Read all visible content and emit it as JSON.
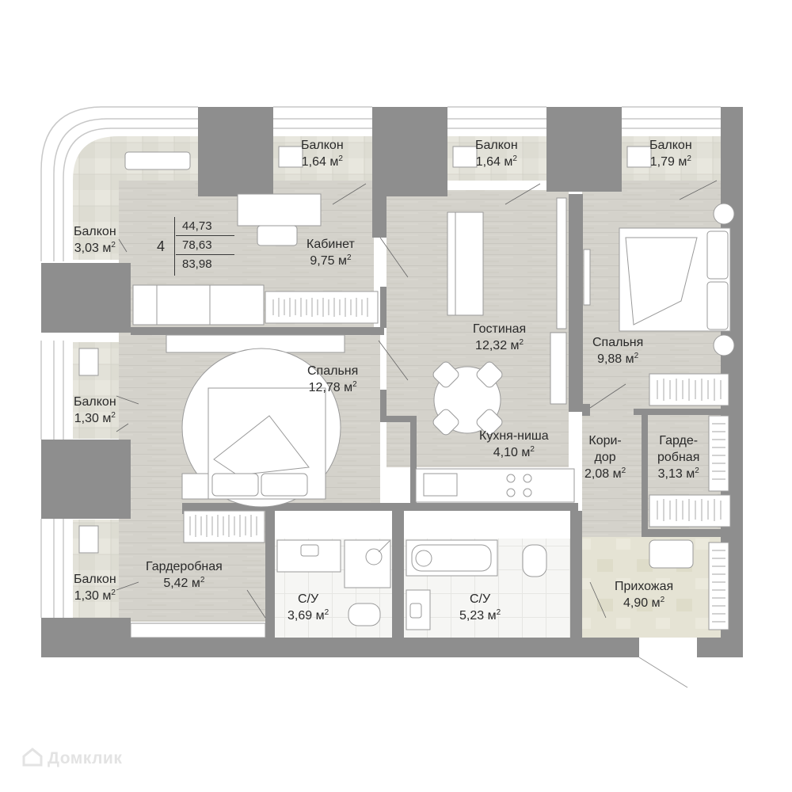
{
  "summary": {
    "rooms": "4",
    "living_area": "44,73",
    "total_area": "78,63",
    "total_with_balconies": "83,98"
  },
  "unit": "м",
  "unit_power": "2",
  "rooms": [
    {
      "id": "balcony-1",
      "name": "Балкон",
      "area": "1,64"
    },
    {
      "id": "balcony-2",
      "name": "Балкон",
      "area": "1,64"
    },
    {
      "id": "balcony-3",
      "name": "Балкон",
      "area": "1,79"
    },
    {
      "id": "balcony-4",
      "name": "Балкон",
      "area": "3,03"
    },
    {
      "id": "study",
      "name": "Кабинет",
      "area": "9,75"
    },
    {
      "id": "living",
      "name": "Гостиная",
      "area": "12,32"
    },
    {
      "id": "bedroom-east",
      "name": "Спальня",
      "area": "9,88"
    },
    {
      "id": "bedroom-west",
      "name": "Спальня",
      "area": "12,78"
    },
    {
      "id": "balcony-5",
      "name": "Балкон",
      "area": "1,30"
    },
    {
      "id": "kitchen",
      "name": "Кухня-ниша",
      "area": "4,10"
    },
    {
      "id": "corridor",
      "name": "Кори-\nдор",
      "area": "2,08"
    },
    {
      "id": "wardrobe-east",
      "name": "Гарде-\nробная",
      "area": "3,13"
    },
    {
      "id": "balcony-6",
      "name": "Балкон",
      "area": "1,30"
    },
    {
      "id": "wardrobe-west",
      "name": "Гардеробная",
      "area": "5,42"
    },
    {
      "id": "bath-1",
      "name": "С/У",
      "area": "3,69"
    },
    {
      "id": "bath-2",
      "name": "С/У",
      "area": "5,23"
    },
    {
      "id": "hall",
      "name": "Прихожая",
      "area": "4,90"
    }
  ],
  "watermark": "Домклик",
  "colors": {
    "wall": "#8e8e8e",
    "floor": "#d3d1ca",
    "balcony": "#e5e4dc",
    "wet": "#f4f4f2",
    "hall": "#e6e4d6"
  }
}
